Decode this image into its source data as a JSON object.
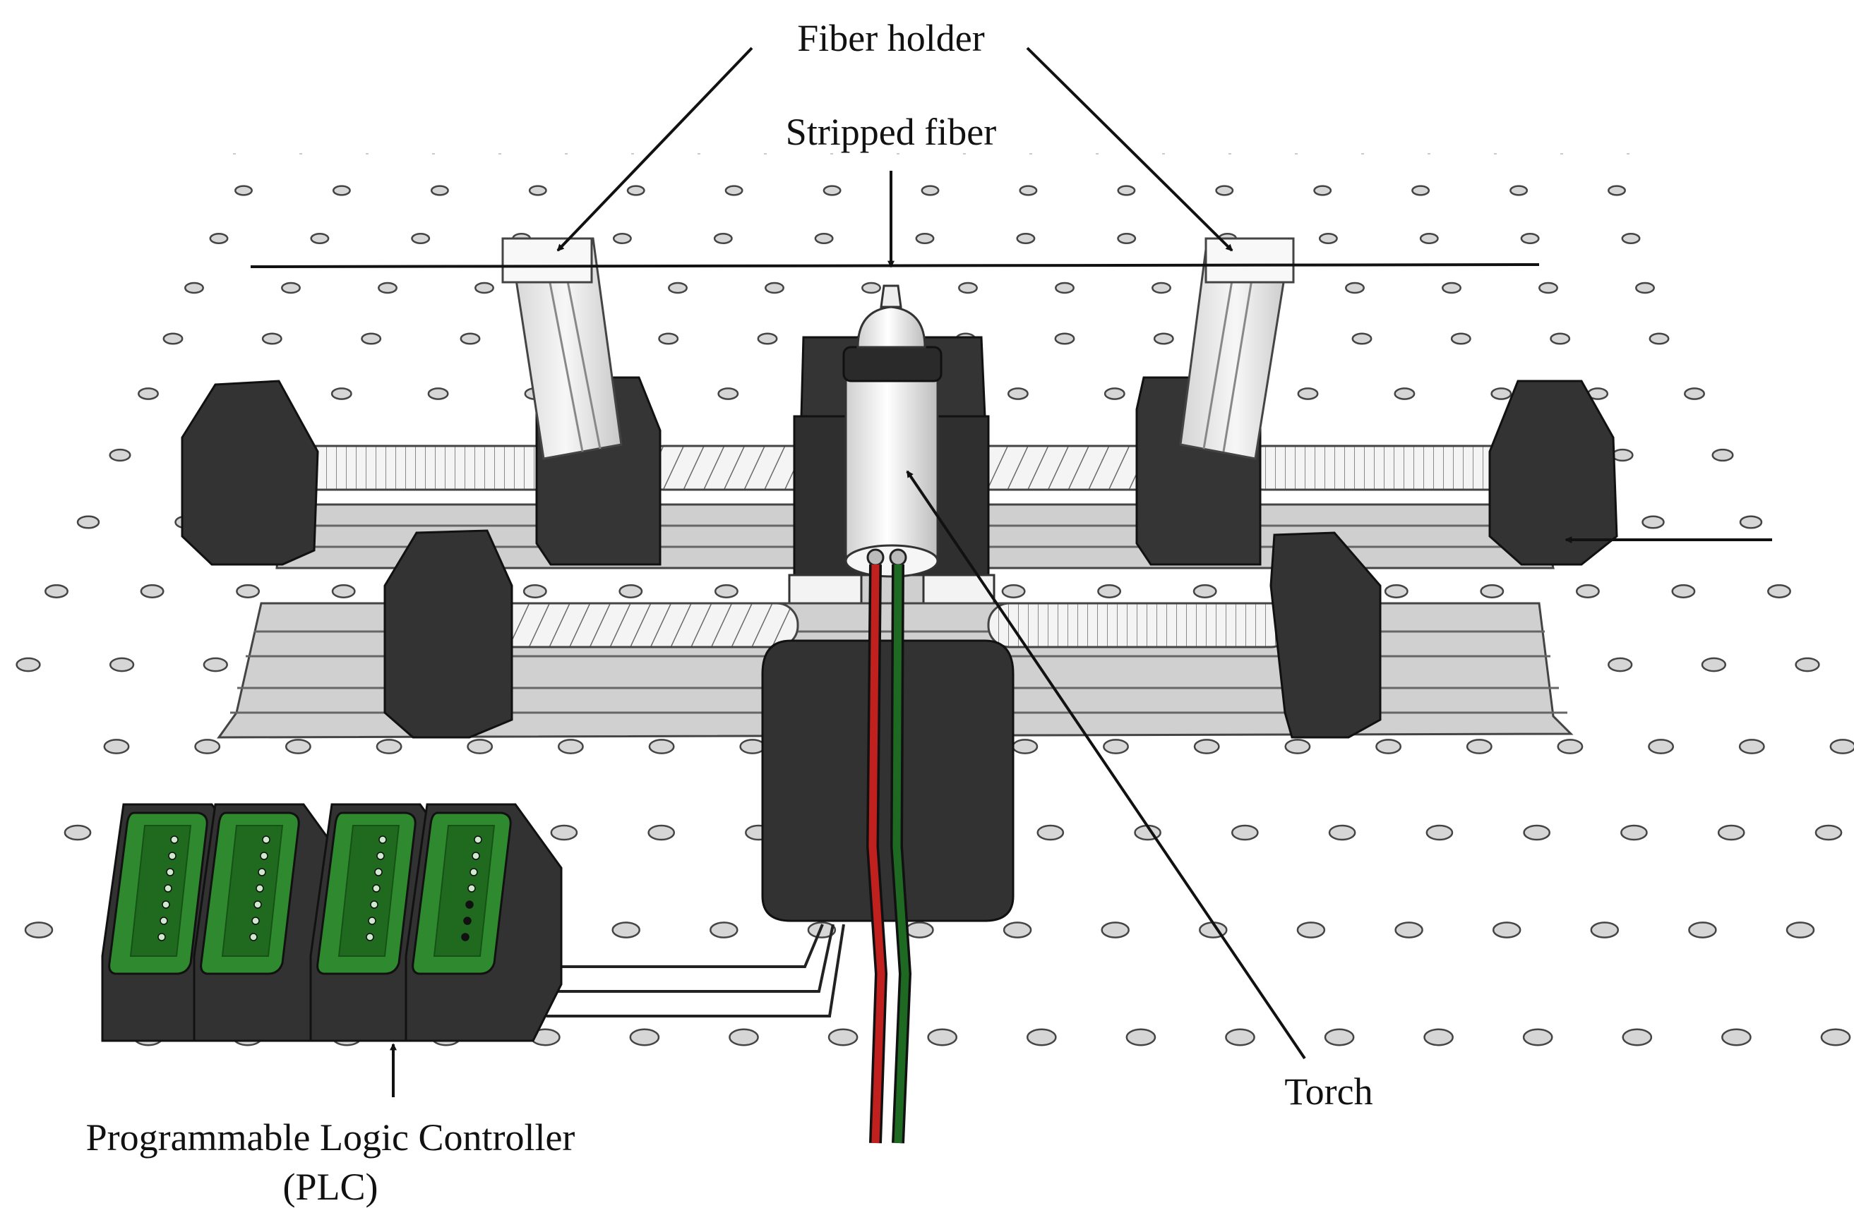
{
  "labels": {
    "fiber_holder": "Fiber holder",
    "stripped_fiber": "Stripped fiber",
    "torch": "Torch",
    "plc_line1": "Programmable Logic Controller",
    "plc_line2": "(PLC)"
  },
  "colors": {
    "motor_body": "#333333",
    "motor_edge": "#111111",
    "rail": "#cfcfcf",
    "rail_edge": "#555555",
    "screw": "#f2f2f2",
    "holder": "#e9e9e9",
    "plc_green": "#2f8a2f",
    "plc_green_dark": "#155215",
    "wire_red": "#c0201e",
    "wire_green": "#1f6a22",
    "hole": "#9a9a9a"
  }
}
